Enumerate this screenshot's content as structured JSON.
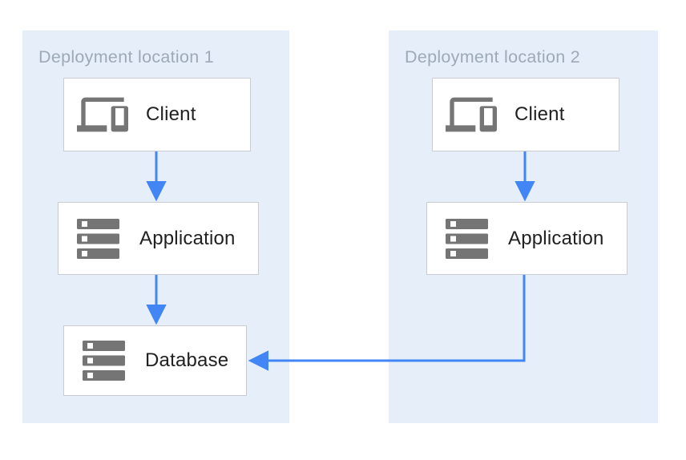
{
  "diagram": {
    "zones": [
      {
        "title": "Deployment location 1",
        "nodes": [
          {
            "label": "Client",
            "icon": "devices-icon"
          },
          {
            "label": "Application",
            "icon": "storage-icon"
          },
          {
            "label": "Database",
            "icon": "storage-icon"
          }
        ]
      },
      {
        "title": "Deployment location 2",
        "nodes": [
          {
            "label": "Client",
            "icon": "devices-icon"
          },
          {
            "label": "Application",
            "icon": "storage-icon"
          }
        ]
      }
    ],
    "edges": [
      {
        "from": "zone1-client",
        "to": "zone1-application"
      },
      {
        "from": "zone1-application",
        "to": "zone1-database"
      },
      {
        "from": "zone2-client",
        "to": "zone2-application"
      },
      {
        "from": "zone2-application",
        "to": "zone1-database"
      }
    ],
    "colors": {
      "zone_bg": "#E6EFF9",
      "zone_title": "#9DA9B7",
      "box_border": "#C9CCD1",
      "box_bg": "#FFFFFF",
      "icon_gray": "#757575",
      "label_text": "#212121",
      "arrow_blue": "#4285F4",
      "canvas_bg": "#FFFFFF"
    }
  }
}
